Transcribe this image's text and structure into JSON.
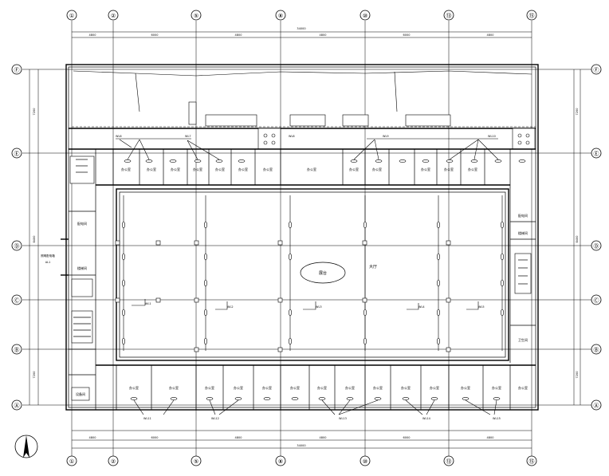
{
  "axes": {
    "columns": [
      "①",
      "②",
      "⑤",
      "⑧",
      "⑩",
      "⑬",
      "⑮"
    ],
    "rows": [
      "Ⓕ",
      "Ⓔ",
      "Ⓓ",
      "Ⓒ",
      "Ⓑ",
      "Ⓐ"
    ]
  },
  "dimensions": {
    "top_segments": [
      "4800",
      "6000",
      "4800",
      "4800",
      "6000",
      "4800"
    ],
    "top_total": "34000",
    "bottom_segments_a": [
      "4800",
      "6000",
      "4800",
      "4800",
      "6000",
      "4800"
    ],
    "bottom_total": "34000",
    "left": [
      "7200",
      "8400",
      "7200"
    ],
    "right": [
      "7200",
      "8400",
      "7200"
    ]
  },
  "rooms": {
    "north_offices": [
      "办公室",
      "办公室",
      "办公室",
      "办公室",
      "办公室",
      "办公室",
      "办公室",
      "办公室",
      "办公室",
      "办公室",
      "办公室",
      "办公室",
      "办公室"
    ],
    "south_offices": [
      "办公室",
      "办公室",
      "办公室",
      "办公室",
      "办公室",
      "办公室",
      "办公室",
      "办公室",
      "办公室",
      "办公室",
      "办公室",
      "办公室",
      "办公室",
      "办公室"
    ],
    "east_top": "配电间",
    "east_mid": "楼梯间",
    "east_bottom": "卫生间",
    "west_top": "配电间",
    "west_mid": "楼梯间",
    "west_bottom": "设备间",
    "hall": "大厅",
    "hall_center": "展台",
    "left_panel_label": "照明配电箱",
    "left_panel_sub": "AL1"
  },
  "circuits": {
    "hall_circuits": [
      "WL1",
      "WL2",
      "WL3",
      "WL4",
      "WL5"
    ],
    "north_circuits": [
      "WL6",
      "WL7",
      "WL8",
      "WL9",
      "WL10"
    ],
    "south_circuits": [
      "WL11",
      "WL12",
      "WL13",
      "WL14",
      "WL15"
    ]
  },
  "colors": {
    "line": "#000000",
    "background": "#ffffff"
  }
}
